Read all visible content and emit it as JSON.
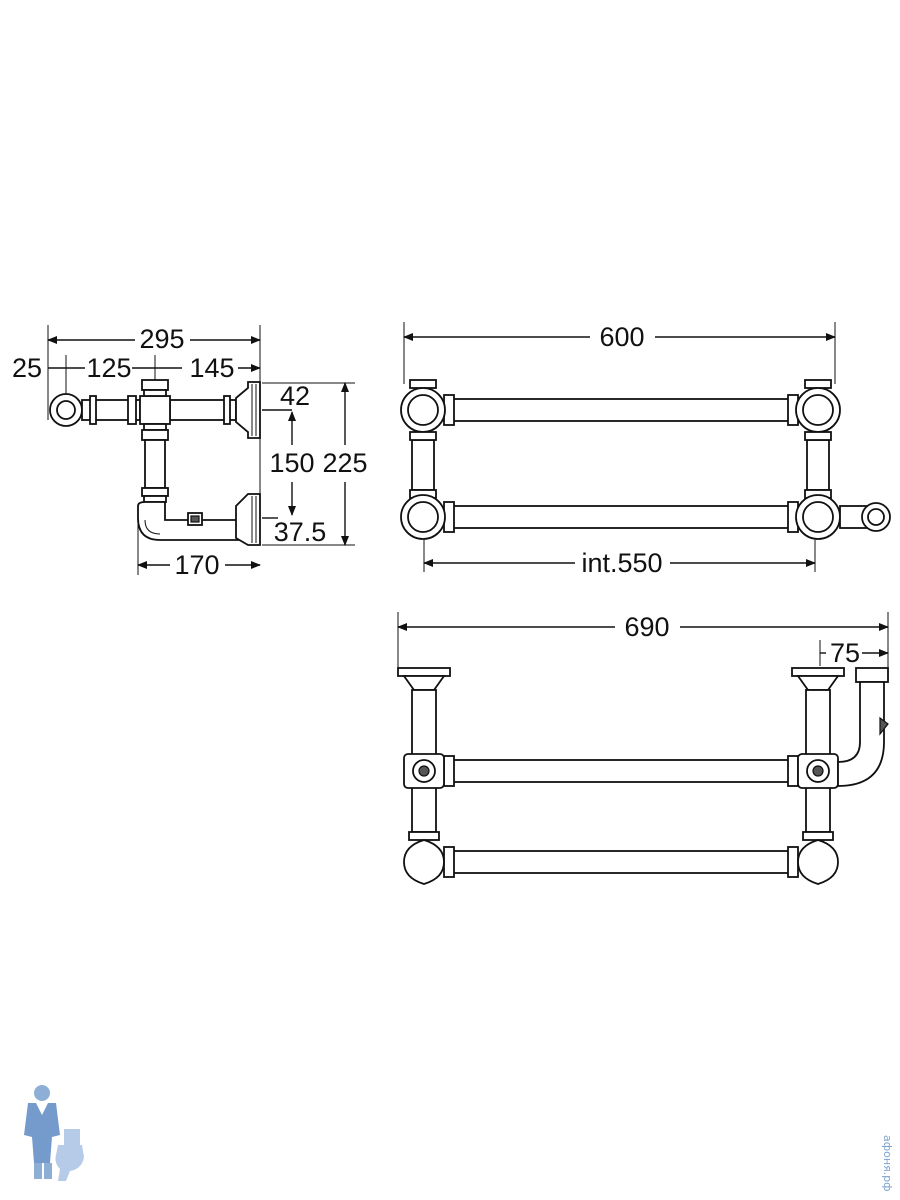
{
  "side_view": {
    "dim_overall": "295",
    "dim_a": "25",
    "dim_b": "125",
    "dim_c": "145",
    "dim_top": "42",
    "dim_spacing": "150",
    "dim_height": "225",
    "dim_bottom": "37.5",
    "dim_depth": "170"
  },
  "front_view": {
    "dim_width": "600",
    "dim_internal": "int.550"
  },
  "top_view": {
    "dim_width": "690",
    "dim_offset": "75"
  },
  "watermark": {
    "text": "афоня.рф",
    "mascot_icon": "plumber-mascot-icon"
  }
}
